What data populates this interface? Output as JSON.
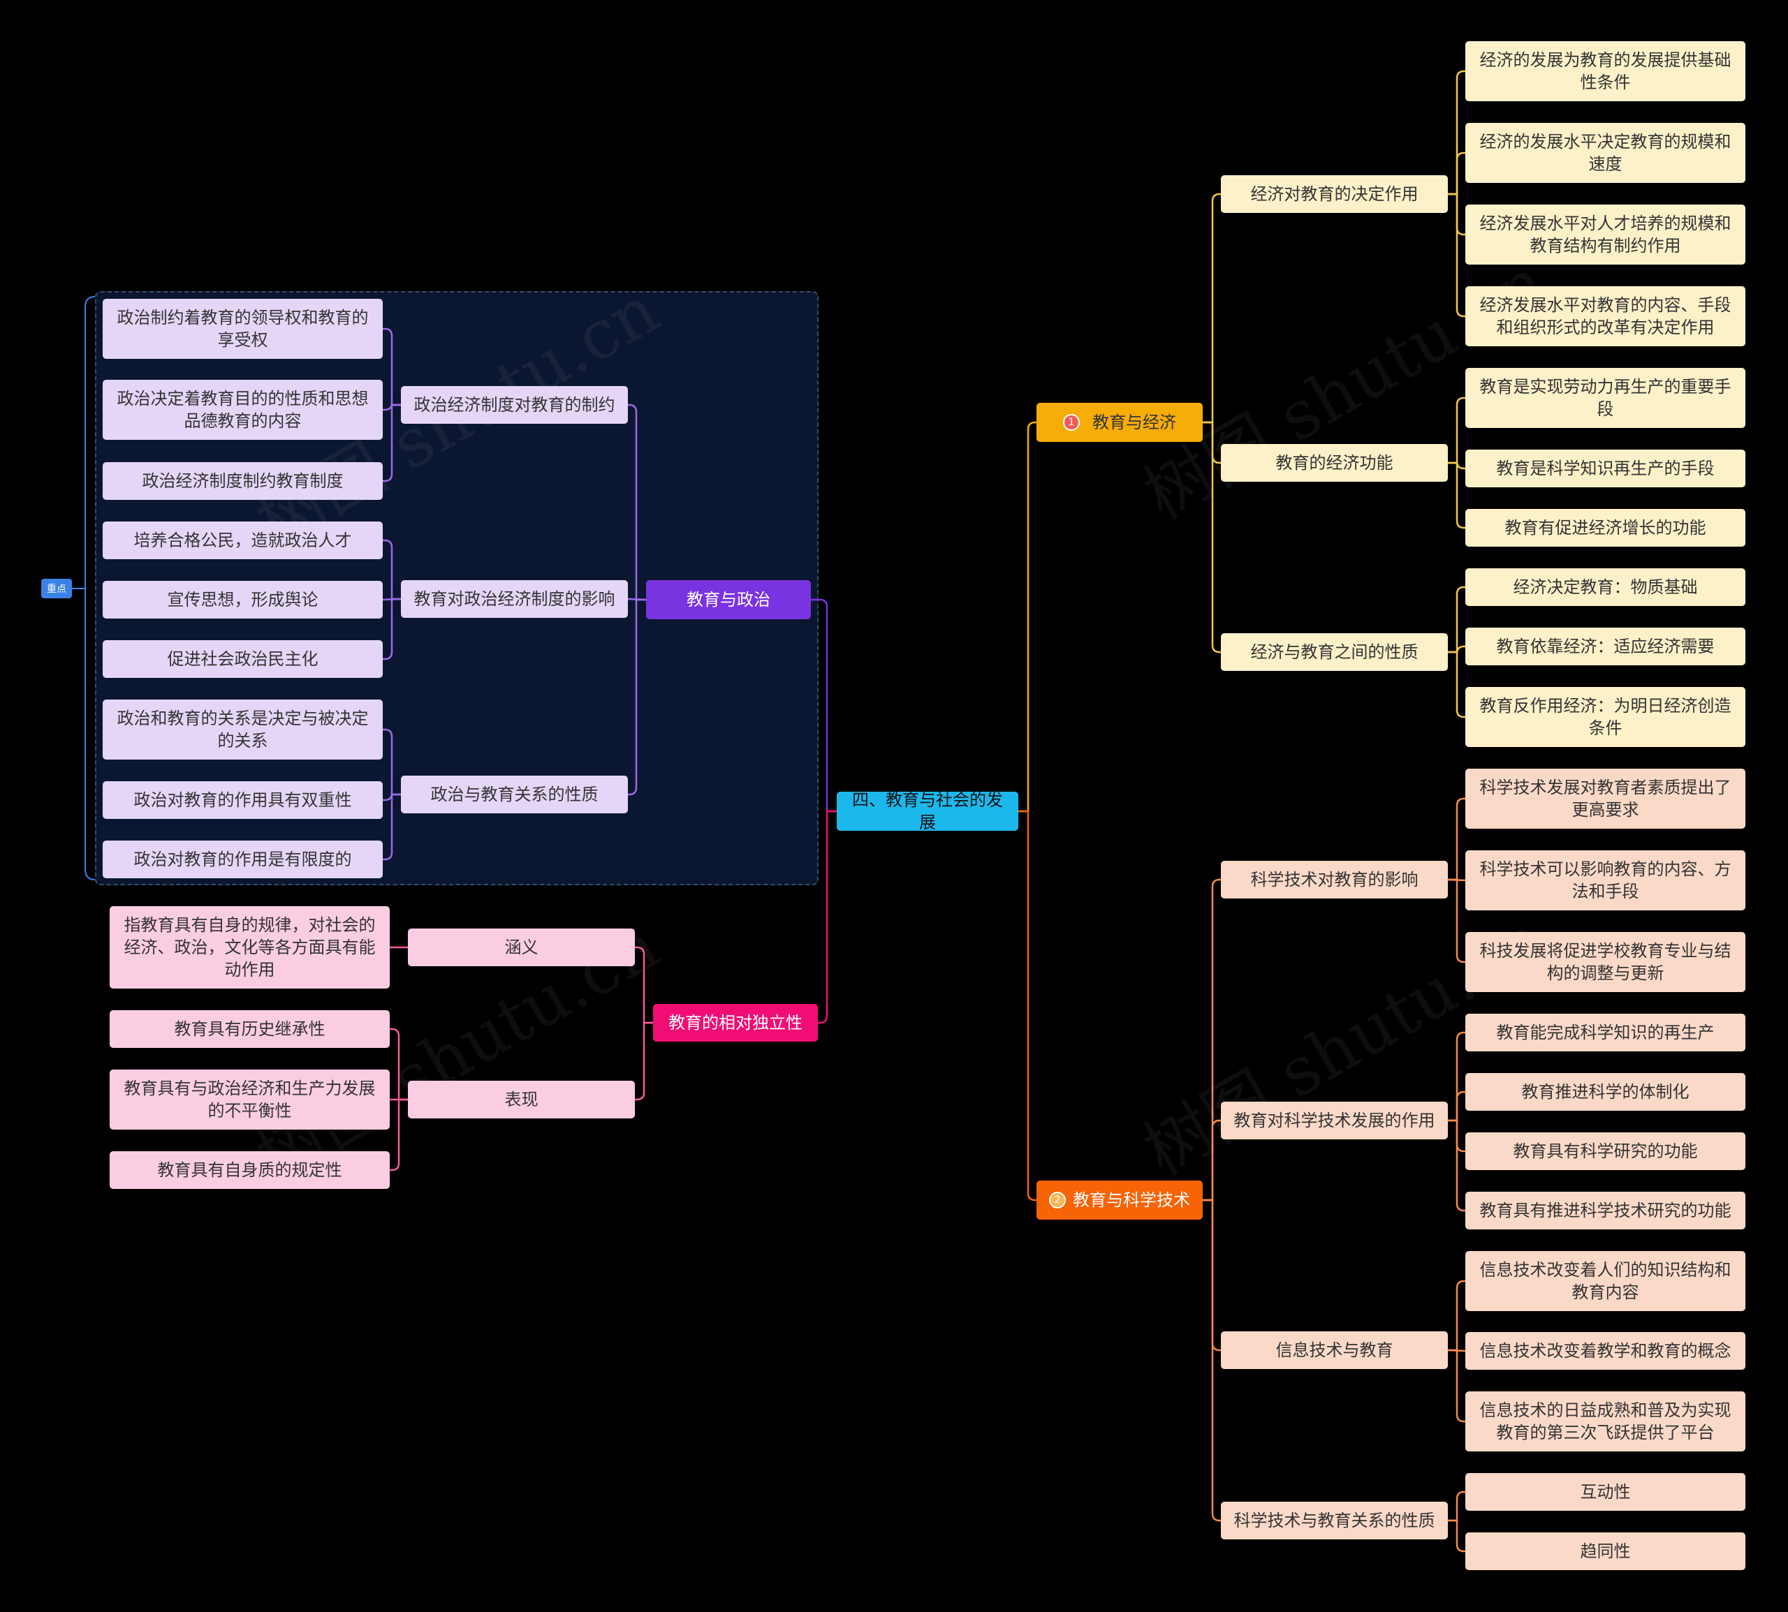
{
  "root": "四、教育与社会的发展",
  "tag": "重点",
  "watermark": "树图 shutu.cn",
  "politics": {
    "label": "教育与政治",
    "subs": [
      {
        "label": "政治经济制度对教育的制约",
        "leaves": [
          "政治制约着教育的领导权和教育的享受权",
          "政治决定着教育目的的性质和思想品德教育的内容",
          "政治经济制度制约教育制度"
        ]
      },
      {
        "label": "教育对政治经济制度的影响",
        "leaves": [
          "培养合格公民，造就政治人才",
          "宣传思想，形成舆论",
          "促进社会政治民主化"
        ]
      },
      {
        "label": "政治与教育关系的性质",
        "leaves": [
          "政治和教育的关系是决定与被决定的关系",
          "政治对教育的作用具有双重性",
          "政治对教育的作用是有限度的"
        ]
      }
    ]
  },
  "independence": {
    "label": "教育的相对独立性",
    "subs": [
      {
        "label": "涵义",
        "leaves": [
          "指教育具有自身的规律，对社会的经济、政治，文化等各方面具有能动作用"
        ]
      },
      {
        "label": "表现",
        "leaves": [
          "教育具有历史继承性",
          "教育具有与政治经济和生产力发展的不平衡性",
          "教育具有自身质的规定性"
        ]
      }
    ]
  },
  "economy": {
    "badge": "1",
    "label": "教育与经济",
    "subs": [
      {
        "label": "经济对教育的决定作用",
        "leaves": [
          "经济的发展为教育的发展提供基础性条件",
          "经济的发展水平决定教育的规模和速度",
          "经济发展水平对人才培养的规模和教育结构有制约作用",
          "经济发展水平对教育的内容、手段和组织形式的改革有决定作用"
        ]
      },
      {
        "label": "教育的经济功能",
        "leaves": [
          "教育是实现劳动力再生产的重要手段",
          "教育是科学知识再生产的手段",
          "教育有促进经济增长的功能"
        ]
      },
      {
        "label": "经济与教育之间的性质",
        "leaves": [
          "经济决定教育：物质基础",
          "教育依靠经济：适应经济需要",
          "教育反作用经济：为明日经济创造条件"
        ]
      }
    ]
  },
  "science": {
    "badge": "2",
    "label": "教育与科学技术",
    "subs": [
      {
        "label": "科学技术对教育的影响",
        "leaves": [
          "科学技术发展对教育者素质提出了更高要求",
          "科学技术可以影响教育的内容、方法和手段",
          "科技发展将促进学校教育专业与结构的调整与更新"
        ]
      },
      {
        "label": "教育对科学技术发展的作用",
        "leaves": [
          "教育能完成科学知识的再生产",
          "教育推进科学的体制化",
          "教育具有科学研究的功能",
          "教育具有推进科学技术研究的功能"
        ]
      },
      {
        "label": "信息技术与教育",
        "leaves": [
          "信息技术改变着人们的知识结构和教育内容",
          "信息技术改变着教学和教育的概念",
          "信息技术的日益成熟和普及为实现教育的第三次飞跃提供了平台"
        ]
      },
      {
        "label": "科学技术与教育关系的性质",
        "leaves": [
          "互动性",
          "趋同性"
        ]
      }
    ]
  },
  "colors": {
    "background": "#000000",
    "root": "#1cb8ec",
    "politics": "#7a33e1",
    "independence": "#f10d74",
    "economy": "#f7ad07",
    "science": "#f76307"
  }
}
